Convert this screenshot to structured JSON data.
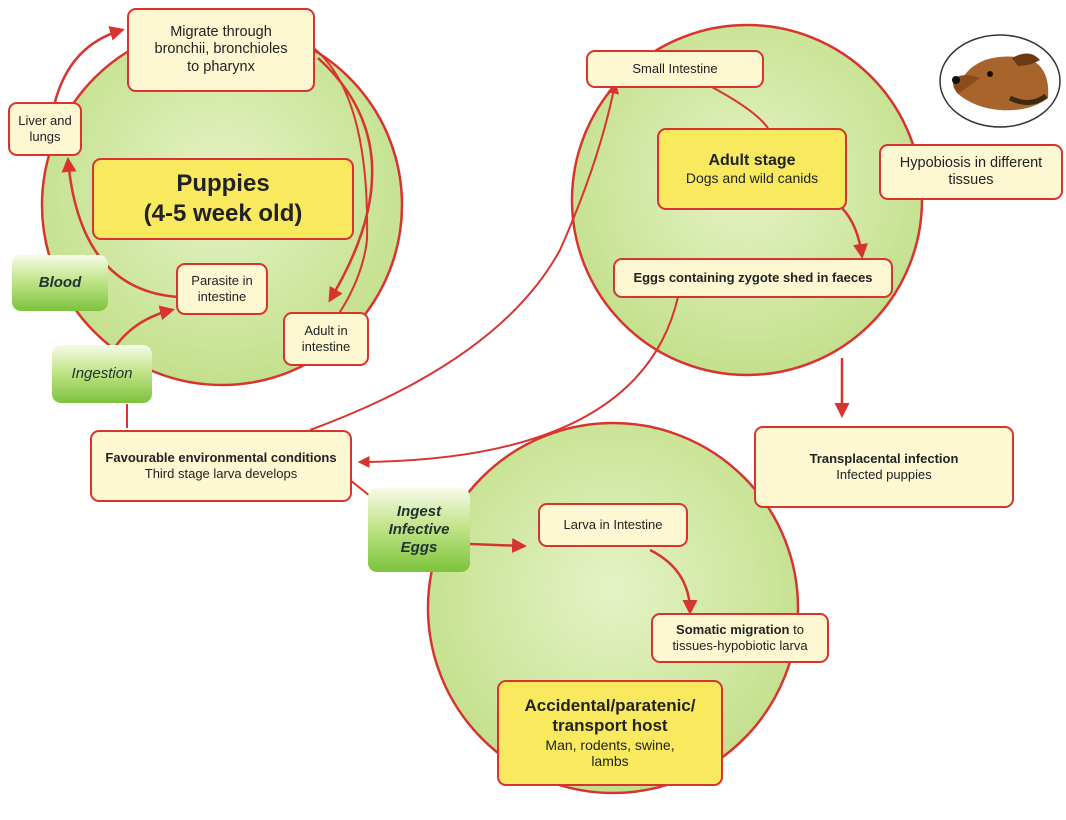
{
  "colors": {
    "circle_fill": "#cfe8a2",
    "circle_stroke": "#d8342f",
    "box_fill": "#fdf7d2",
    "highlight_fill": "#f8e95f",
    "arrow": "#d8342f",
    "green_tag": "#8fcc48"
  },
  "puppy_cycle": {
    "migrate": [
      "Migrate through",
      "bronchii, bronchioles",
      "to pharynx"
    ],
    "liver_lungs": [
      "Liver and",
      "lungs"
    ],
    "host_title": [
      "Puppies",
      "(4-5 week old)"
    ],
    "parasite_intestine": [
      "Parasite in",
      "intestine"
    ],
    "adult_intestine": [
      "Adult  in",
      "intestine"
    ]
  },
  "tags": {
    "blood": "Blood",
    "ingestion": "Ingestion",
    "ingest_eggs": [
      "Ingest",
      "Infective",
      "Eggs"
    ]
  },
  "adult_cycle": {
    "small_intestine": "Small Intestine",
    "adult_title": "Adult stage",
    "adult_subtitle": "Dogs and wild canids",
    "eggs_shed": "Eggs containing zygote shed in faeces",
    "hypobiosis": [
      "Hypobiosis in different",
      "tissues"
    ],
    "dog_image": "dog-head-photo"
  },
  "environment": {
    "title": "Favourable environmental conditions",
    "subtitle": "Third stage larva develops"
  },
  "transplacental": {
    "title": "Transplacental infection",
    "subtitle": "Infected puppies"
  },
  "paratenic_cycle": {
    "larva_intestine": "Larva in Intestine",
    "somatic_bold": "Somatic migration",
    "somatic_rest": " to",
    "somatic_line2": "tissues-hypobiotic larva",
    "host_title": [
      "Accidental/paratenic/",
      "transport host"
    ],
    "host_examples": [
      "Man, rodents, swine,",
      "lambs"
    ]
  }
}
